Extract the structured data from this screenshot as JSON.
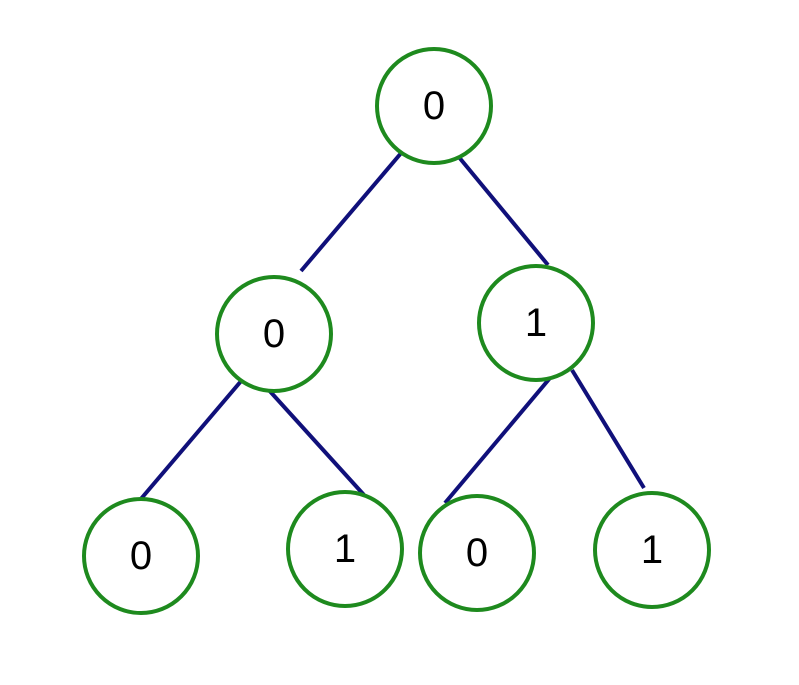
{
  "colors": {
    "node_stroke": "#1e8a1e",
    "edge_stroke": "#10107a"
  },
  "tree": {
    "nodes": [
      {
        "id": "root",
        "label": "0"
      },
      {
        "id": "l",
        "label": "0"
      },
      {
        "id": "r",
        "label": "1"
      },
      {
        "id": "ll",
        "label": "0"
      },
      {
        "id": "lr",
        "label": "1"
      },
      {
        "id": "rl",
        "label": "0"
      },
      {
        "id": "rr",
        "label": "1"
      }
    ],
    "edges": [
      {
        "from": "root",
        "to": "l"
      },
      {
        "from": "root",
        "to": "r"
      },
      {
        "from": "l",
        "to": "ll"
      },
      {
        "from": "l",
        "to": "lr"
      },
      {
        "from": "r",
        "to": "rl"
      },
      {
        "from": "r",
        "to": "rr"
      }
    ]
  }
}
